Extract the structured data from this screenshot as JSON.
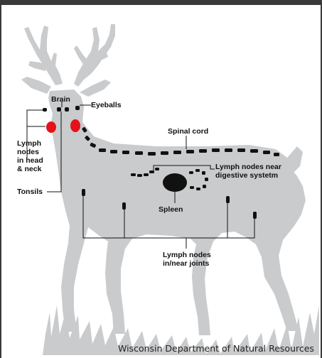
{
  "diagram": {
    "labels": {
      "brain": "Brain",
      "eyeballs": "Eyeballs",
      "lymph_head_neck": "Lymph\nnodes\nin head\n& neck",
      "tonsils": "Tonsils",
      "spinal_cord": "Spinal cord",
      "lymph_digestive": "Lymph nodes near\ndigestive systetm",
      "spleen": "Spleen",
      "lymph_joints": "Lymph nodes\nin/near joints"
    },
    "credit": "Wisconsin Department of Natural Resources",
    "colors": {
      "silhouette": "#c9cbcd",
      "tissue": "#111111",
      "tonsil": "#e4121b",
      "frame": "#3a3a3a"
    }
  }
}
